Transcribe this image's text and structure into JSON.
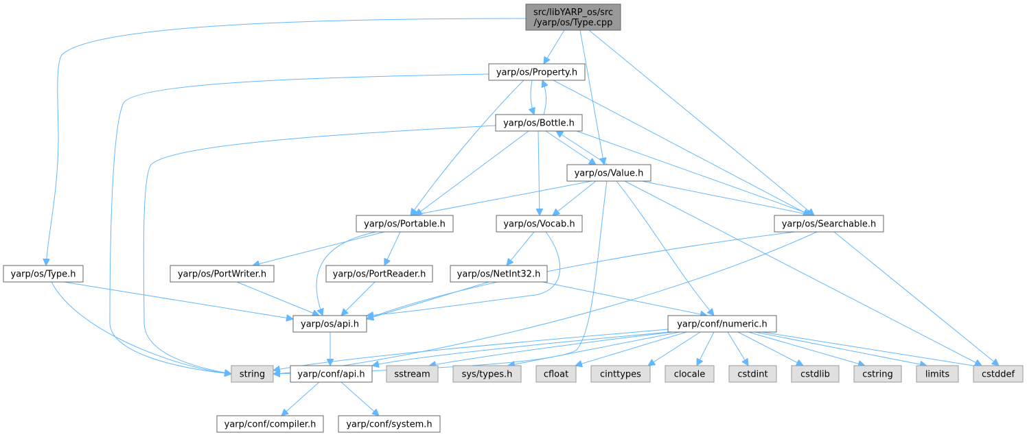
{
  "colors": {
    "edge": "#63b8ff",
    "node_border": "#666666",
    "root_fill": "#999999",
    "system_fill": "#e0e0e0",
    "normal_fill": "#ffffff"
  },
  "nodes": [
    {
      "id": "root",
      "label": [
        "src/libYARP_os/src",
        "/yarp/os/Type.cpp"
      ],
      "kind": "root"
    },
    {
      "id": "property",
      "label": [
        "yarp/os/Property.h"
      ],
      "kind": "normal"
    },
    {
      "id": "bottle",
      "label": [
        "yarp/os/Bottle.h"
      ],
      "kind": "normal"
    },
    {
      "id": "value",
      "label": [
        "yarp/os/Value.h"
      ],
      "kind": "normal"
    },
    {
      "id": "portable",
      "label": [
        "yarp/os/Portable.h"
      ],
      "kind": "normal"
    },
    {
      "id": "vocab",
      "label": [
        "yarp/os/Vocab.h"
      ],
      "kind": "normal"
    },
    {
      "id": "searchable",
      "label": [
        "yarp/os/Searchable.h"
      ],
      "kind": "normal"
    },
    {
      "id": "typeh",
      "label": [
        "yarp/os/Type.h"
      ],
      "kind": "normal"
    },
    {
      "id": "portwriter",
      "label": [
        "yarp/os/PortWriter.h"
      ],
      "kind": "normal"
    },
    {
      "id": "portreader",
      "label": [
        "yarp/os/PortReader.h"
      ],
      "kind": "normal"
    },
    {
      "id": "netint32",
      "label": [
        "yarp/os/NetInt32.h"
      ],
      "kind": "normal"
    },
    {
      "id": "osapi",
      "label": [
        "yarp/os/api.h"
      ],
      "kind": "normal"
    },
    {
      "id": "numeric",
      "label": [
        "yarp/conf/numeric.h"
      ],
      "kind": "normal"
    },
    {
      "id": "string",
      "label": [
        "string"
      ],
      "kind": "system"
    },
    {
      "id": "confapi",
      "label": [
        "yarp/conf/api.h"
      ],
      "kind": "normal"
    },
    {
      "id": "sstream",
      "label": [
        "sstream"
      ],
      "kind": "system"
    },
    {
      "id": "systypes",
      "label": [
        "sys/types.h"
      ],
      "kind": "system"
    },
    {
      "id": "cfloat",
      "label": [
        "cfloat"
      ],
      "kind": "system"
    },
    {
      "id": "cinttypes",
      "label": [
        "cinttypes"
      ],
      "kind": "system"
    },
    {
      "id": "clocale",
      "label": [
        "clocale"
      ],
      "kind": "system"
    },
    {
      "id": "cstdint",
      "label": [
        "cstdint"
      ],
      "kind": "system"
    },
    {
      "id": "cstdlib",
      "label": [
        "cstdlib"
      ],
      "kind": "system"
    },
    {
      "id": "cstring",
      "label": [
        "cstring"
      ],
      "kind": "system"
    },
    {
      "id": "limits",
      "label": [
        "limits"
      ],
      "kind": "system"
    },
    {
      "id": "cstddef",
      "label": [
        "cstddef"
      ],
      "kind": "system"
    },
    {
      "id": "compiler",
      "label": [
        "yarp/conf/compiler.h"
      ],
      "kind": "normal"
    },
    {
      "id": "system",
      "label": [
        "yarp/conf/system.h"
      ],
      "kind": "normal"
    }
  ],
  "edges": [
    [
      "root",
      "property"
    ],
    [
      "root",
      "value"
    ],
    [
      "root",
      "searchable"
    ],
    [
      "root",
      "typeh"
    ],
    [
      "property",
      "bottle"
    ],
    [
      "property",
      "portable"
    ],
    [
      "property",
      "searchable"
    ],
    [
      "property",
      "string"
    ],
    [
      "bottle",
      "property"
    ],
    [
      "bottle",
      "portable"
    ],
    [
      "bottle",
      "searchable"
    ],
    [
      "bottle",
      "value"
    ],
    [
      "bottle",
      "vocab"
    ],
    [
      "bottle",
      "string"
    ],
    [
      "value",
      "bottle"
    ],
    [
      "value",
      "portable"
    ],
    [
      "value",
      "searchable"
    ],
    [
      "value",
      "vocab"
    ],
    [
      "value",
      "numeric"
    ],
    [
      "value",
      "string"
    ],
    [
      "value",
      "cstddef"
    ],
    [
      "portable",
      "portwriter"
    ],
    [
      "portable",
      "portreader"
    ],
    [
      "portable",
      "osapi"
    ],
    [
      "vocab",
      "netint32"
    ],
    [
      "vocab",
      "osapi"
    ],
    [
      "searchable",
      "osapi"
    ],
    [
      "searchable",
      "string"
    ],
    [
      "searchable",
      "cstddef"
    ],
    [
      "typeh",
      "osapi"
    ],
    [
      "typeh",
      "string"
    ],
    [
      "portwriter",
      "osapi"
    ],
    [
      "portreader",
      "osapi"
    ],
    [
      "netint32",
      "osapi"
    ],
    [
      "netint32",
      "numeric"
    ],
    [
      "osapi",
      "confapi"
    ],
    [
      "numeric",
      "confapi"
    ],
    [
      "numeric",
      "string"
    ],
    [
      "numeric",
      "sstream"
    ],
    [
      "numeric",
      "systypes"
    ],
    [
      "numeric",
      "cfloat"
    ],
    [
      "numeric",
      "cinttypes"
    ],
    [
      "numeric",
      "clocale"
    ],
    [
      "numeric",
      "cstdint"
    ],
    [
      "numeric",
      "cstdlib"
    ],
    [
      "numeric",
      "cstring"
    ],
    [
      "numeric",
      "limits"
    ],
    [
      "numeric",
      "cstddef"
    ],
    [
      "confapi",
      "compiler"
    ],
    [
      "confapi",
      "system"
    ]
  ]
}
